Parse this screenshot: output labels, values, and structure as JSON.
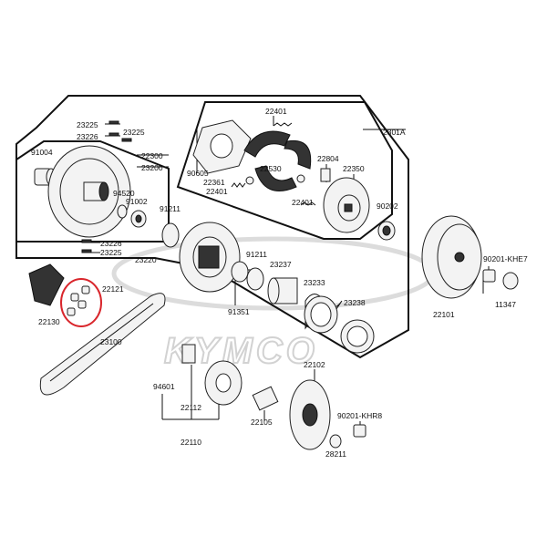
{
  "watermark": "KYMCO",
  "labels": {
    "p2301A": "2301A",
    "p23225a": "23225",
    "p23226a": "23226",
    "p23225b": "23225",
    "p91004": "91004",
    "p22300": "22300",
    "p23200": "23200",
    "p94520": "94520",
    "p91002": "91002",
    "p23226b": "23226",
    "p23225c": "23225",
    "p22401a": "22401",
    "p90605": "90605",
    "p22361": "22361",
    "p22401b": "22401",
    "p22530": "22530",
    "p22804": "22804",
    "p22350": "22350",
    "p22401c": "22401",
    "p90202": "90202",
    "p91211a": "91211",
    "p23220": "23220",
    "p91211b": "91211",
    "p23237": "23237",
    "p23233": "23233",
    "p91351": "91351",
    "p23238": "23238",
    "p22121": "22121",
    "p22130": "22130",
    "p23100": "23100",
    "p94601": "94601",
    "p22112": "22112",
    "p22110": "22110",
    "p22102": "22102",
    "p22105": "22105",
    "p90201KHR8": "90201-KHR8",
    "p28211": "28211",
    "p22101": "22101",
    "p90201KHE7": "90201-KHE7",
    "p11347": "11347"
  },
  "colors": {
    "highlight": "#d9262c",
    "line": "#111111",
    "watermark": "#d2d2d2"
  }
}
